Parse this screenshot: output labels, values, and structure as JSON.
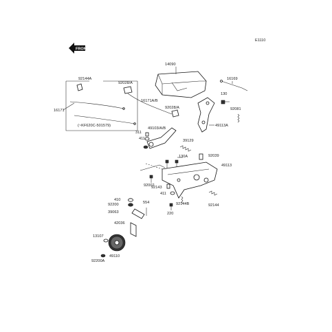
{
  "diagram_id": "E1110",
  "front_badge": "FRONT",
  "note": "(~KF620C-501579)",
  "part_numbers": {
    "p14090": "14090",
    "p16169": "16169",
    "p92144A": "92144A",
    "p92028A_1": "92028/A",
    "p92028A_2": "92028/A",
    "p16171AB": "16171A/B",
    "p130": "130",
    "p92081": "92081",
    "p16171": "16171",
    "p49113A": "49113A",
    "p311": "311",
    "p49103AB": "49103/A/B",
    "p411_1": "411",
    "p39129": "39129",
    "p130A": "130A",
    "p92039": "92039",
    "p49113": "49113",
    "p92002": "92002",
    "p92143": "92143",
    "p411_2": "411",
    "p410": "410",
    "p92144B": "92144B",
    "p92200": "92200",
    "p554": "554",
    "p39063": "39063",
    "p220": "220",
    "p92144": "92144",
    "p42036": "42036",
    "p13107": "13107",
    "p49110": "49110",
    "p92200A": "92200A"
  }
}
